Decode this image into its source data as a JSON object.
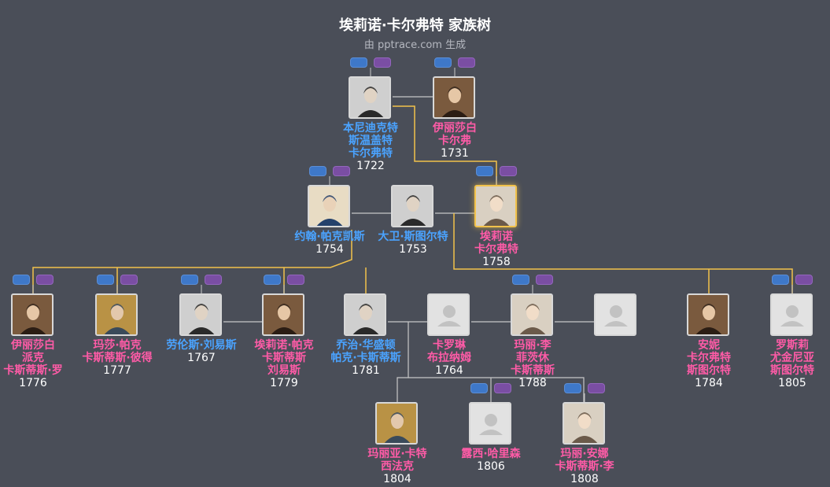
{
  "header": {
    "title": "埃莉诺·卡尔弗特 家族树",
    "subtitle": "由 pptrace.com 生成"
  },
  "colors": {
    "background": "#4a4e58",
    "male": "#4aa3ff",
    "female": "#ff5ba7",
    "highlight_line": "#f2c24b",
    "line": "#c8c8c8"
  },
  "people": [
    {
      "id": "benedict",
      "gender": "male",
      "name_lines": [
        "本尼迪克特",
        "斯温盖特",
        "卡尔弗特"
      ],
      "year": "1722",
      "photo": "portrait-male"
    },
    {
      "id": "elizabeth_calvert",
      "gender": "female",
      "name_lines": [
        "伊丽莎白",
        "卡尔弗"
      ],
      "year": "1731",
      "photo": "portrait-female"
    },
    {
      "id": "john_parke",
      "gender": "male",
      "name_lines": [
        "约翰·帕克凯斯"
      ],
      "year": "1754",
      "photo": "portrait-male-blue"
    },
    {
      "id": "david_stuart",
      "gender": "male",
      "name_lines": [
        "大卫·斯图尔特"
      ],
      "year": "1753",
      "photo": "portrait-male"
    },
    {
      "id": "eleanor",
      "gender": "female",
      "name_lines": [
        "埃莉诺",
        "卡尔弗特"
      ],
      "year": "1758",
      "photo": "portrait-female-light",
      "selected": true
    },
    {
      "id": "elizabeth_parke",
      "gender": "female",
      "name_lines": [
        "伊丽莎白",
        "派克",
        "卡斯蒂斯·罗"
      ],
      "year": "1776",
      "photo": "portrait-female"
    },
    {
      "id": "martha_parke",
      "gender": "female",
      "name_lines": [
        "玛莎·帕克",
        "卡斯蒂斯·彼得"
      ],
      "year": "1777",
      "photo": "portrait-female-framed"
    },
    {
      "id": "lawrence_lewis",
      "gender": "male",
      "name_lines": [
        "劳伦斯·刘易斯"
      ],
      "year": "1767",
      "photo": "portrait-male"
    },
    {
      "id": "eleanor_lewis",
      "gender": "female",
      "name_lines": [
        "埃莉诺·帕克",
        "卡斯蒂斯",
        "刘易斯"
      ],
      "year": "1779",
      "photo": "portrait-female"
    },
    {
      "id": "george_washington",
      "gender": "male",
      "name_lines": [
        "乔治·华盛顿",
        "帕克·卡斯蒂斯"
      ],
      "year": "1781",
      "photo": "portrait-male"
    },
    {
      "id": "caroline",
      "gender": "female",
      "name_lines": [
        "卡罗琳",
        "布拉纳姆"
      ],
      "year": "1764",
      "photo": "placeholder"
    },
    {
      "id": "mary_lee",
      "gender": "female",
      "name_lines": [
        "玛丽·李",
        "菲茨休",
        "卡斯蒂斯"
      ],
      "year": "1788",
      "photo": "portrait-female-light"
    },
    {
      "id": "unknown_spouse",
      "gender": "female",
      "name_lines": [],
      "year": "",
      "photo": "placeholder"
    },
    {
      "id": "annie",
      "gender": "female",
      "name_lines": [
        "安妮",
        "卡尔弗特",
        "斯图尔特"
      ],
      "year": "1784",
      "photo": "portrait-female"
    },
    {
      "id": "rosalie",
      "gender": "female",
      "name_lines": [
        "罗斯莉",
        "尤金尼亚",
        "斯图尔特"
      ],
      "year": "1805",
      "photo": "placeholder"
    },
    {
      "id": "maria_syphax",
      "gender": "female",
      "name_lines": [
        "玛丽亚·卡特",
        "西法克"
      ],
      "year": "1804",
      "photo": "portrait-female-framed"
    },
    {
      "id": "lucy_harrison",
      "gender": "female",
      "name_lines": [
        "露西·哈里森"
      ],
      "year": "1806",
      "photo": "placeholder"
    },
    {
      "id": "mary_anna",
      "gender": "female",
      "name_lines": [
        "玛丽·安娜",
        "卡斯蒂斯·李"
      ],
      "year": "1808",
      "photo": "portrait-female-light"
    }
  ]
}
